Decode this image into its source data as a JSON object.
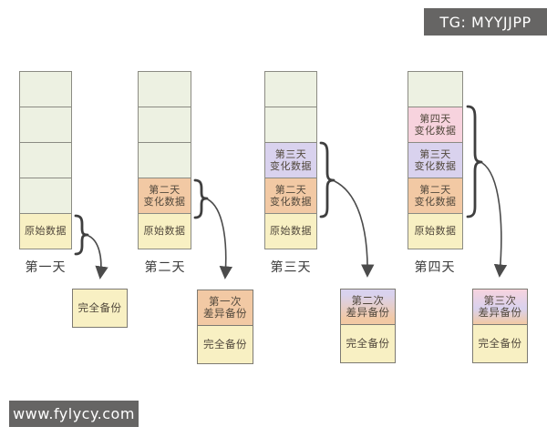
{
  "watermarks": {
    "top_right": "TG: MYYJJPP",
    "bottom_left": "www.fylycy.com"
  },
  "colors": {
    "cell_green": "#edf1e2",
    "cell_yellow": "#f8f0c3",
    "cell_orange": "#f2c9a4",
    "cell_purple": "#d9d2ee",
    "cell_pink": "#f7d3de",
    "cell_border": "#8b8b83",
    "cell_text": "#51483c",
    "connector_stroke": "#4b4b4b",
    "badge_bg": "#666564",
    "badge_text": "#ffffff"
  },
  "days": [
    {
      "label": "第一天",
      "cells": [
        {
          "text": "",
          "fill": "green"
        },
        {
          "text": "",
          "fill": "green"
        },
        {
          "text": "",
          "fill": "green"
        },
        {
          "text": "",
          "fill": "green"
        },
        {
          "text": "原始数据",
          "fill": "yellow"
        }
      ],
      "backup_segments": [
        {
          "text": "完全备份",
          "fill": "yellow"
        }
      ]
    },
    {
      "label": "第二天",
      "cells": [
        {
          "text": "",
          "fill": "green"
        },
        {
          "text": "",
          "fill": "green"
        },
        {
          "text": "",
          "fill": "green"
        },
        {
          "text": "第二天\n变化数据",
          "fill": "orange"
        },
        {
          "text": "原始数据",
          "fill": "yellow"
        }
      ],
      "backup_segments": [
        {
          "text": "第一次\n差异备份",
          "fill": "orange"
        },
        {
          "text": "完全备份",
          "fill": "yellow"
        }
      ]
    },
    {
      "label": "第三天",
      "cells": [
        {
          "text": "",
          "fill": "green"
        },
        {
          "text": "",
          "fill": "green"
        },
        {
          "text": "第三天\n变化数据",
          "fill": "purple"
        },
        {
          "text": "第二天\n变化数据",
          "fill": "orange"
        },
        {
          "text": "原始数据",
          "fill": "yellow"
        }
      ],
      "backup_segments": [
        {
          "text": "第二次\n差异备份",
          "fill": "purple-orange"
        },
        {
          "text": "完全备份",
          "fill": "yellow"
        }
      ]
    },
    {
      "label": "第四天",
      "cells": [
        {
          "text": "",
          "fill": "green"
        },
        {
          "text": "第四天\n变化数据",
          "fill": "pink"
        },
        {
          "text": "第三天\n变化数据",
          "fill": "purple"
        },
        {
          "text": "第二天\n变化数据",
          "fill": "orange"
        },
        {
          "text": "原始数据",
          "fill": "yellow"
        }
      ],
      "backup_segments": [
        {
          "text": "第三次\n差异备份",
          "fill": "pink-purple-orange"
        },
        {
          "text": "完全备份",
          "fill": "yellow"
        }
      ]
    }
  ]
}
